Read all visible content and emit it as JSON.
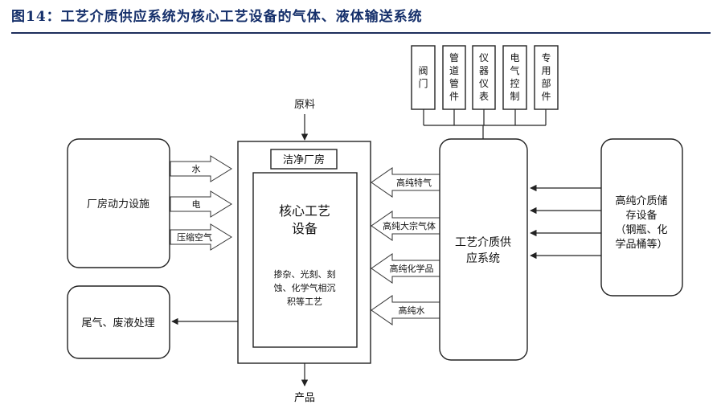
{
  "figure_title": "图14：工艺介质供应系统为核心工艺设备的气体、液体输送系统",
  "left": {
    "facility": "厂房动力设施",
    "exhaust": "尾气、废液处理"
  },
  "feeds": [
    "水",
    "电",
    "压缩空气"
  ],
  "center": {
    "input": "原料",
    "clean_room": "洁净厂房",
    "core_line1": "核心工艺",
    "core_line2": "设备",
    "process_lines": [
      "掺杂、光刻、刻",
      "蚀、化学气相沉",
      "积等工艺"
    ],
    "output": "产品"
  },
  "supplies": [
    "高纯特气",
    "高纯大宗气体",
    "高纯化学品",
    "高纯水"
  ],
  "system": {
    "line1": "工艺介质供",
    "line2": "应系统"
  },
  "storage": {
    "lines": [
      "高纯介质储",
      "存设备",
      "（钢瓶、化",
      "学品桶等）"
    ]
  },
  "components": [
    "阀门",
    "管道管件",
    "仪器仪表",
    "电气控制",
    "专用部件"
  ]
}
